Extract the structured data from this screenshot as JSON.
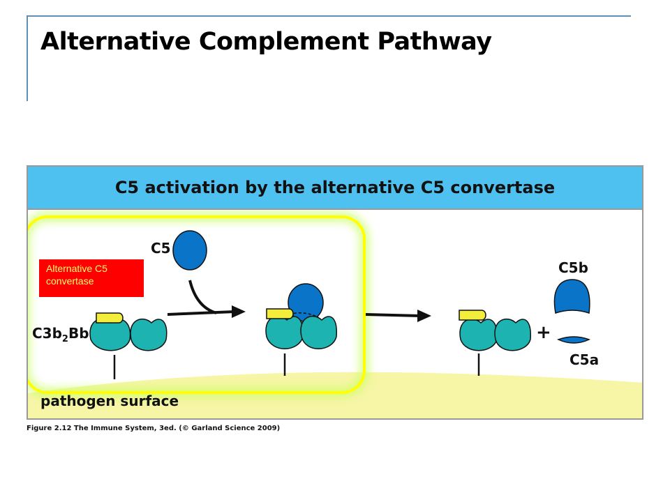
{
  "slide": {
    "title": "Alternative Complement Pathway"
  },
  "figure": {
    "banner": "C5 activation by the alternative C5 convertase",
    "labels": {
      "c5": "C5",
      "c3b2bb": "C3b",
      "c3b2bb_sub": "2",
      "c3b2bb_tail": "Bb",
      "c5b": "C5b",
      "c5a": "C5a",
      "plus": "+",
      "surface": "pathogen surface"
    },
    "caption": "Figure 2.12 The Immune System, 3ed. (© Garland Science 2009)"
  },
  "callout": {
    "text": "Alternative C5\nconvertase"
  },
  "colors": {
    "banner": "#4fc1f0",
    "surface": "#f7f5a6",
    "protein_teal": "#1db3b0",
    "protein_blue": "#0a74c8",
    "fragment_yellow": "#f3ee3c",
    "highlight": "#ffff00",
    "callout_bg": "#ff0000",
    "callout_text": "#ffff66"
  }
}
